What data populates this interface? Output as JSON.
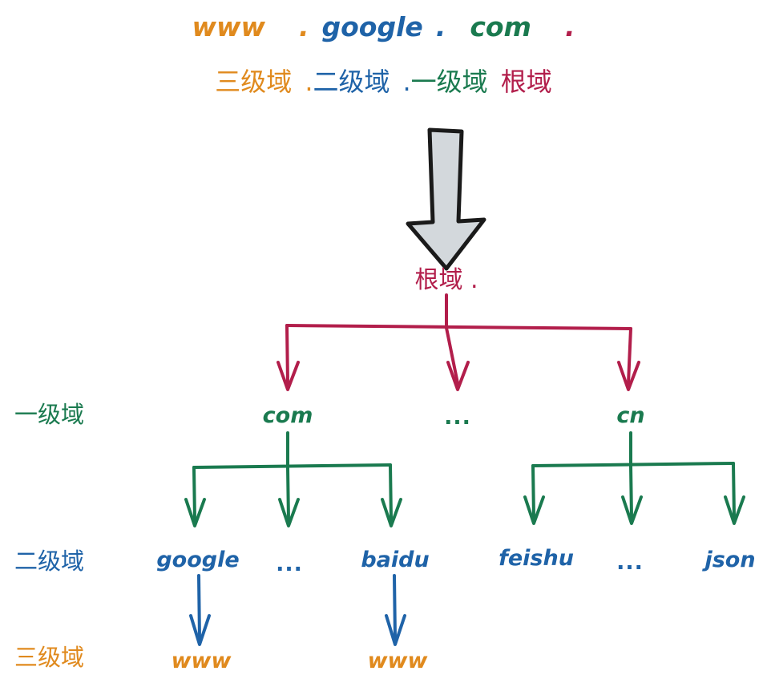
{
  "diagram": {
    "title_row": {
      "parts": [
        {
          "text": "www",
          "color": "#E08A1E"
        },
        {
          "text": ".",
          "color": "#E08A1E"
        },
        {
          "text": "google",
          "color": "#1F63A8"
        },
        {
          "text": ".",
          "color": "#1F63A8"
        },
        {
          "text": "com",
          "color": "#1A7A4F"
        },
        {
          "text": ".",
          "color": "#B21E4B"
        }
      ]
    },
    "label_row": {
      "parts": [
        {
          "text": "三级域",
          "color": "#E08A1E"
        },
        {
          "text": ".",
          "color": "#E08A1E"
        },
        {
          "text": "二级域",
          "color": "#1F63A8"
        },
        {
          "text": ".",
          "color": "#1F63A8"
        },
        {
          "text": "一级域",
          "color": "#1A7A4F"
        },
        {
          "text": "根域",
          "color": "#B21E4B"
        }
      ]
    },
    "arrow_icon": "down-block-arrow",
    "root": {
      "label": "根域 .",
      "color": "#B21E4B"
    },
    "level_labels": [
      {
        "text": "一级域",
        "color": "#1A7A4F"
      },
      {
        "text": "二级域",
        "color": "#1F63A8"
      },
      {
        "text": "三级域",
        "color": "#E08A1E"
      }
    ],
    "tld_nodes": [
      {
        "text": "com",
        "color": "#1A7A4F"
      },
      {
        "text": "...",
        "color": "#1A7A4F"
      },
      {
        "text": "cn",
        "color": "#1A7A4F"
      }
    ],
    "sld_nodes_left": [
      {
        "text": "google",
        "color": "#1F63A8"
      },
      {
        "text": "...",
        "color": "#1F63A8"
      },
      {
        "text": "baidu",
        "color": "#1F63A8"
      }
    ],
    "sld_nodes_right": [
      {
        "text": "feishu",
        "color": "#1F63A8"
      },
      {
        "text": "...",
        "color": "#1F63A8"
      },
      {
        "text": "json",
        "color": "#1F63A8"
      }
    ],
    "third_level_nodes": [
      {
        "text": "www",
        "color": "#E08A1E"
      },
      {
        "text": "www",
        "color": "#E08A1E"
      }
    ],
    "colors": {
      "orange": "#E08A1E",
      "blue": "#1F63A8",
      "green": "#1A7A4F",
      "crimson": "#B21E4B",
      "arrow_fill": "#D3D8DC",
      "arrow_stroke": "#1A1A1A",
      "background": "#FFFFFF"
    }
  }
}
